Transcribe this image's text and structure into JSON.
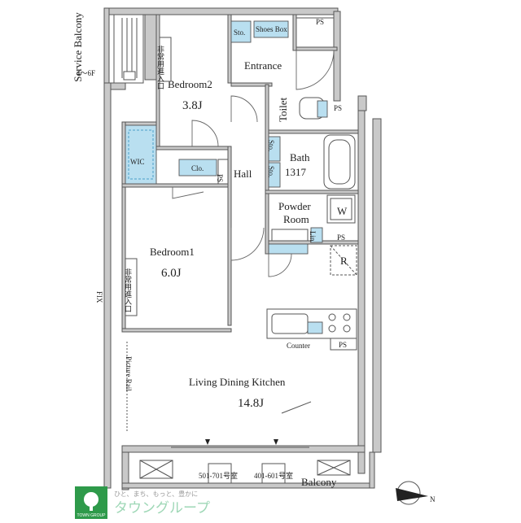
{
  "rooms": {
    "service_balcony": "Service Balcony",
    "service_balcony_floors": "4～6F",
    "bedroom2": "Bedroom2",
    "bedroom2_size": "3.8J",
    "bedroom1": "Bedroom1",
    "bedroom1_size": "6.0J",
    "entrance": "Entrance",
    "hall": "Hall",
    "toilet": "Toilet",
    "bath": "Bath",
    "bath_size": "1317",
    "powder_room": "Powder Room",
    "powder_room_line1": "Powder",
    "powder_room_line2": "Room",
    "ldk": "Living Dining Kitchen",
    "ldk_size": "14.8J",
    "balcony": "Balcony"
  },
  "fixtures": {
    "sto": "Sto.",
    "shoes_box": "Shoes Box",
    "ps": "PS",
    "wic": "WIC",
    "clo": "Clo.",
    "w": "W",
    "lin": "Lin.",
    "r": "R",
    "counter": "Counter",
    "picture_rail": "Picture Rail",
    "fix": "FIX",
    "emergency_exit": "非常用進入口",
    "floor_note_a": "501-701号室",
    "floor_note_b": "401-601号室"
  },
  "compass": {
    "north": "N"
  },
  "logo": {
    "company": "TOWN GROUP",
    "tagline": "ひと、まち、もっと、豊かに",
    "name_jp": "タウングループ"
  },
  "colors": {
    "accent_blue": "#b9dff0",
    "logo_green": "#2e9a4a",
    "wall_gray": "#c9c9c9"
  }
}
